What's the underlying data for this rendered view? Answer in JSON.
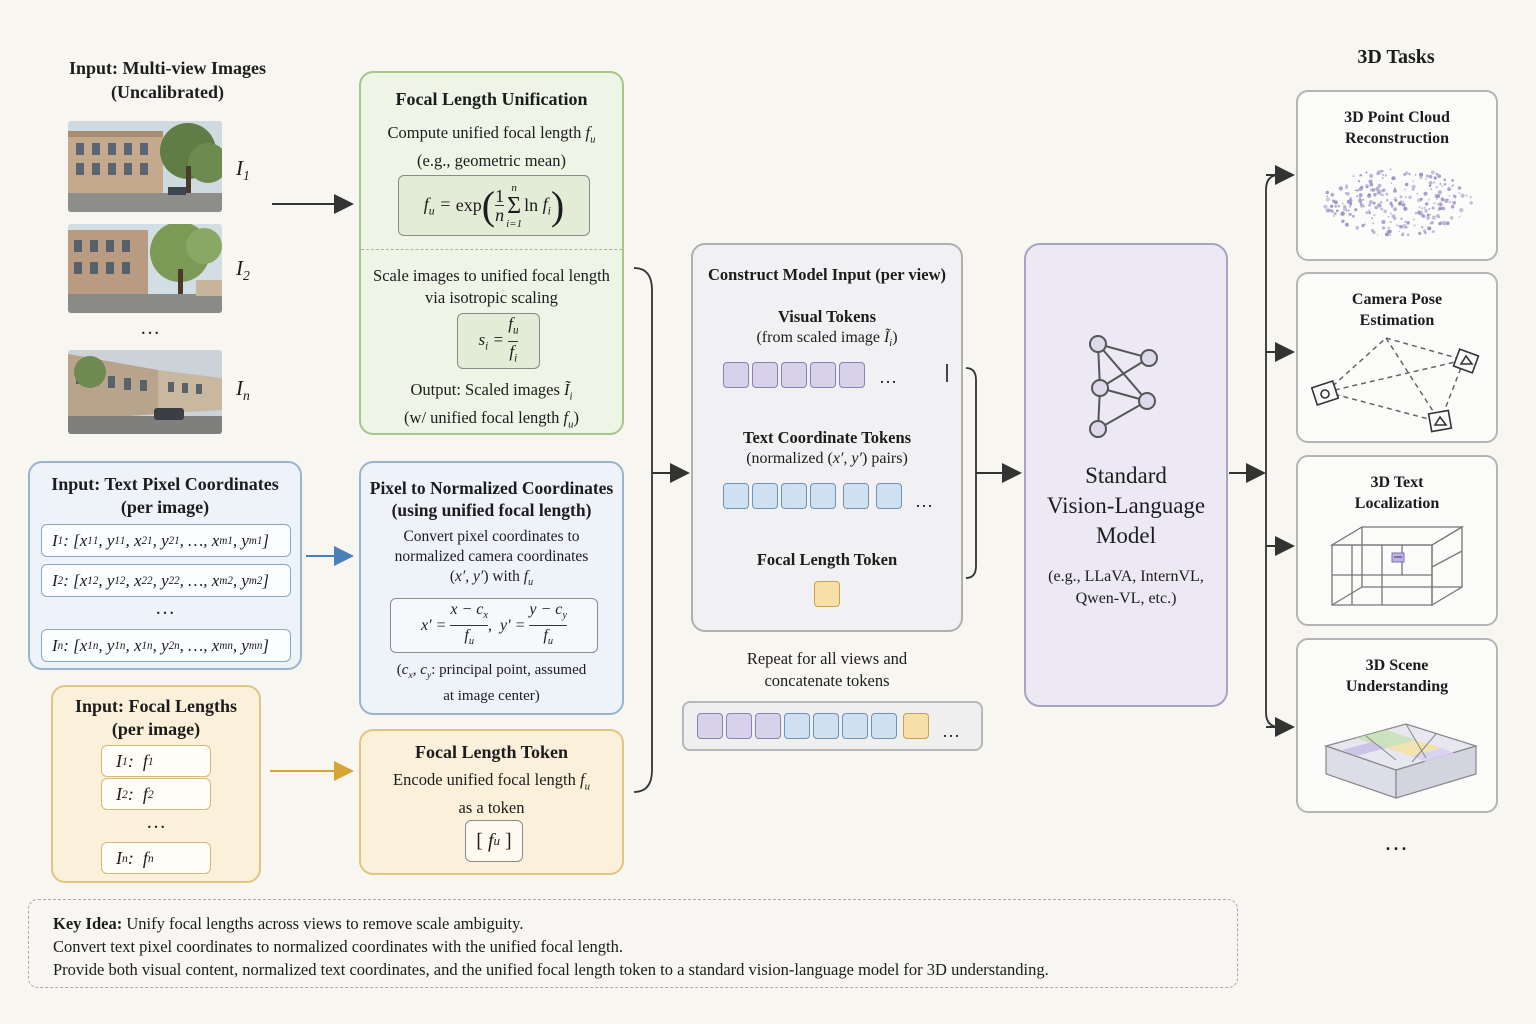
{
  "input_images": {
    "title_line1": "Input: Multi-view Images",
    "title_line2": "(Uncalibrated)",
    "labels": [
      "I1",
      "I2",
      "In"
    ],
    "dots": "…"
  },
  "focal_unification": {
    "title": "Focal Length Unification",
    "desc_line1": "Compute unified focal length f_u",
    "desc_line2": "(e.g., geometric mean)",
    "formula": "f_u = exp( (1/n) Σ_{i=1}^{n} ln f_i )",
    "scale_line1": "Scale images to unified focal length",
    "scale_line2": "via isotropic scaling",
    "scale_formula": "s_i = f_u / f_i",
    "output_line1": "Output: Scaled images Ĩ_i",
    "output_line2": "(w/ unified focal length f_u)"
  },
  "text_coords": {
    "title_line1": "Input: Text Pixel Coordinates",
    "title_line2": "(per image)",
    "rows": [
      "I1: [x1^1, y1^1, x2^1, y2^1, …, xm^1, ym^1]",
      "I2: [x1^2, y1^2, x2^2, y2^2, …, xm^2, ym^2]",
      "In: [x1^n, y1^n, x1^n, y2^n, …, xm^n, ym^n]"
    ],
    "dots": "…"
  },
  "pixel_to_norm": {
    "title_line1": "Pixel to Normalized Coordinates",
    "title_line2": "(using unified focal length)",
    "desc_line1": "Convert pixel coordinates to",
    "desc_line2": "normalized camera coordinates",
    "desc_line3": "(x', y') with f_u",
    "formula": "x' = (x − c_x)/f_u , y' = (y − c_y)/f_u",
    "note_line1": "(c_x, c_y: principal point, assumed",
    "note_line2": "at image center)"
  },
  "focal_inputs": {
    "title_line1": "Input: Focal Lengths",
    "title_line2": "(per image)",
    "rows": [
      "I1: f1",
      "I2: f2",
      "In: fn"
    ],
    "dots": "…"
  },
  "focal_token": {
    "title": "Focal Length Token",
    "desc_line1": "Encode unified focal length f_u",
    "desc_line2": "as a token",
    "token": "[f_u]"
  },
  "model_input": {
    "title": "Construct Model Input (per view)",
    "visual_title": "Visual Tokens",
    "visual_sub": "(from scaled image Ĩ_i)",
    "text_title": "Text Coordinate Tokens",
    "text_sub": "(normalized (x', y') pairs)",
    "focal_title": "Focal Length Token",
    "dots": "…",
    "repeat_line1": "Repeat for all views and",
    "repeat_line2": "concatenate tokens"
  },
  "vlm": {
    "title_line1": "Standard",
    "title_line2": "Vision-Language",
    "title_line3": "Model",
    "sub_line1": "(e.g., LLaVA, InternVL,",
    "sub_line2": "Qwen-VL, etc.)"
  },
  "tasks": {
    "title": "3D Tasks",
    "items": [
      {
        "line1": "3D Point Cloud",
        "line2": "Reconstruction"
      },
      {
        "line1": "Camera Pose",
        "line2": "Estimation"
      },
      {
        "line1": "3D Text",
        "line2": "Localization"
      },
      {
        "line1": "3D Scene",
        "line2": "Understanding"
      }
    ],
    "dots": "…"
  },
  "key_idea": {
    "label": "Key Idea:",
    "line1": "Unify focal lengths across views to remove scale ambiguity.",
    "line2": "Convert text pixel coordinates to normalized coordinates with the unified focal length.",
    "line3": "Provide both visual content, normalized text coordinates, and the unified focal length token to a standard vision-language model for 3D understanding."
  },
  "colors": {
    "green_border": "#a9c48d",
    "blue_border": "#9ab4d0",
    "yellow_border": "#e0c582",
    "purple_fill": "#ece8f4",
    "blue_arrow": "#4b7fb8",
    "yellow_arrow": "#d6a536"
  }
}
